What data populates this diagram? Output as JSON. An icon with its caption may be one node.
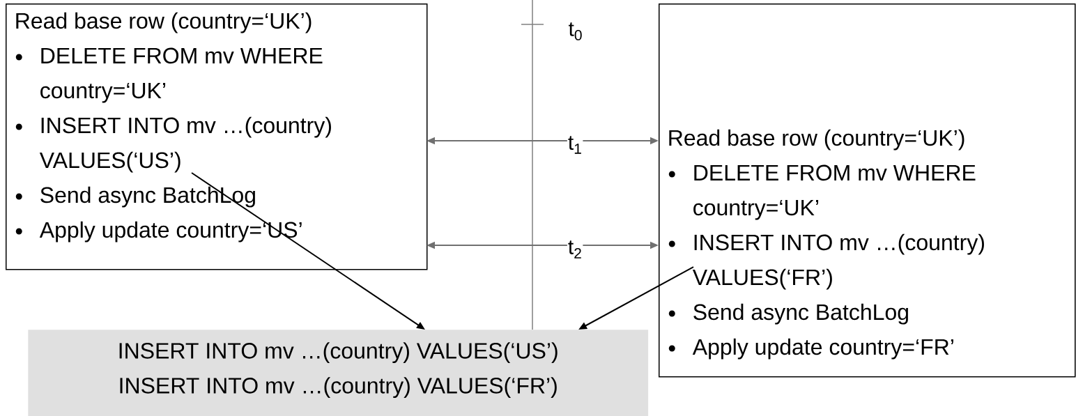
{
  "diagram": {
    "nodes": [
      {
        "text": [
          "Read base row (country=‘UK’)",
          "DELETE FROM mv WHERE country=‘UK’",
          "INSERT INTO mv …(country) VALUES(‘US’)",
          "Send async BatchLog",
          "Apply update country=‘US’"
        ]
      },
      {
        "text": [
          "Read base row (country=‘UK’)",
          "DELETE FROM mv WHERE country=‘UK’",
          "INSERT INTO mv …(country) VALUES(‘FR’)",
          "Send async BatchLog",
          "Apply update country=‘FR’"
        ]
      },
      {
        "text": [
          "INSERT INTO mv …(country) VALUES(‘US’)",
          "INSERT INTO mv …(country) VALUES(‘FR’)"
        ]
      }
    ],
    "edges": [
      {
        "from": 0,
        "to": 1,
        "arrow": "both",
        "label": "t$_{1}$",
        "color": "#707070"
      },
      {
        "from": 0,
        "to": 1,
        "arrow": "both",
        "label": "t$_{2}$",
        "color": "#707070"
      },
      {
        "from": 0,
        "to": 2,
        "arrow": "to",
        "color": "#000000"
      },
      {
        "from": 1,
        "to": 2,
        "arrow": "to",
        "color": "#000000"
      }
    ],
    "labels": [
      "t$_{0}$"
    ]
  }
}
